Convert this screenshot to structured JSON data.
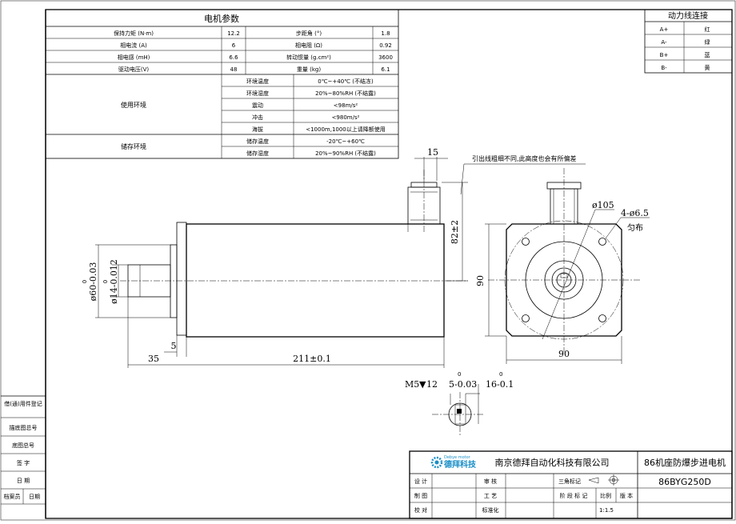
{
  "params_table": {
    "title": "电机参数",
    "rows": [
      {
        "l1": "保持力矩 (N·m)",
        "v1": "12.2",
        "l2": "步距角 (°)",
        "v2": "1.8"
      },
      {
        "l1": "相电流 (A)",
        "v1": "6",
        "l2": "相电阻 (Ω)",
        "v2": "0.92"
      },
      {
        "l1": "相电感 (mH)",
        "v1": "6.6",
        "l2": "转动惯量 (g.cm²)",
        "v2": "3600"
      },
      {
        "l1": "驱动电压(V)",
        "v1": "48",
        "l2": "重量 (kg)",
        "v2": "6.1"
      }
    ],
    "env_label": "使用环境",
    "env_rows": [
      {
        "k": "环境温度",
        "v": "0℃~+40℃ (不结冻)"
      },
      {
        "k": "环境湿度",
        "v": "20%~80%RH (不结露)"
      },
      {
        "k": "震动",
        "v": "<98m/s²"
      },
      {
        "k": "冲击",
        "v": "<980m/s²"
      },
      {
        "k": "海拔",
        "v": "<1000m,1000以上请降额使用"
      }
    ],
    "storage_label": "储存环境",
    "storage_rows": [
      {
        "k": "储存温度",
        "v": "-20℃~+60℃"
      },
      {
        "k": "储存湿度",
        "v": "20%~90%RH (不结露)"
      }
    ]
  },
  "wire_table": {
    "title": "动力线连接",
    "rows": [
      {
        "k": "A+",
        "v": "红"
      },
      {
        "k": "A-",
        "v": "绿"
      },
      {
        "k": "B+",
        "v": "蓝"
      },
      {
        "k": "B-",
        "v": "黄"
      }
    ]
  },
  "dimensions": {
    "d15": "15",
    "d82": "82±2",
    "d60": "ø60-0.03",
    "d60_tol": "0",
    "d14": "ø14-0.012",
    "d14_tol": "0",
    "d5": "5",
    "d35": "35",
    "d211": "211±0.1",
    "d90v": "90",
    "d90h": "90",
    "d105": "ø105",
    "holes": "4-ø6.5",
    "holes_note": "匀布",
    "key_m5": "M5",
    "key_depth": "12",
    "key_w": "5-0.03",
    "key_w_tol": "0",
    "key_h": "16-0.1",
    "key_h_tol": "0"
  },
  "annotation": "引出线粗细不同,此高度也会有所偏差",
  "side_table": [
    "借(通)用件登记",
    "描底图总号",
    "底图总号",
    "签 字",
    "日 期",
    "档案员",
    "日期"
  ],
  "title_block": {
    "company": "南京德拜自动化科技有限公司",
    "logo_cn": "德拜科技",
    "logo_en": "Debye motor",
    "product": "86机座防爆步进电机",
    "model": "86BYG250D",
    "rows": [
      {
        "a": "设 计",
        "b": "审 核"
      },
      {
        "a": "制 图",
        "b": "工 艺"
      },
      {
        "a": "校 对",
        "b": "标准化"
      }
    ],
    "projection": "三角标记",
    "stage": "阶 段 标 记",
    "ratio_label": "比例",
    "version_label": "版 本",
    "ratio": "1:1.5"
  }
}
